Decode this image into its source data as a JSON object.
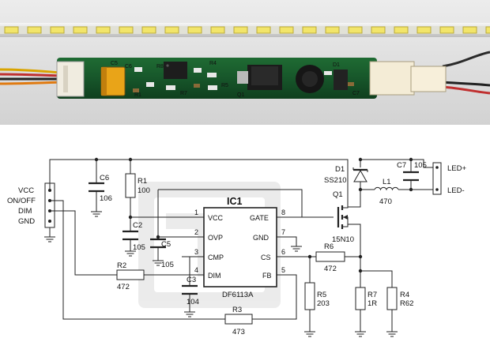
{
  "photo": {
    "silkscreen": [
      "C6",
      "R1",
      "R4",
      "R5",
      "D1",
      "C7",
      "R7",
      "R8",
      "C5",
      "Q1"
    ]
  },
  "schematic": {
    "ic_title": "IC1",
    "ic_part": "DF6113A",
    "ic_pins_left": [
      {
        "num": "1",
        "name": "VCC"
      },
      {
        "num": "2",
        "name": "OVP"
      },
      {
        "num": "3",
        "name": "CMP"
      },
      {
        "num": "4",
        "name": "DIM"
      }
    ],
    "ic_pins_right": [
      {
        "num": "8",
        "name": "GATE"
      },
      {
        "num": "7",
        "name": "GND"
      },
      {
        "num": "6",
        "name": "CS"
      },
      {
        "num": "5",
        "name": "FB"
      }
    ],
    "connector_labels": [
      "VCC",
      "ON/OFF",
      "DIM",
      "GND"
    ],
    "components": {
      "c6": {
        "ref": "C6",
        "value": "106"
      },
      "r1": {
        "ref": "R1",
        "value": "100"
      },
      "c2": {
        "ref": "C2",
        "value": "105"
      },
      "c5": {
        "ref": "C5",
        "value": "105"
      },
      "c3": {
        "ref": "C3",
        "value": "104"
      },
      "r2": {
        "ref": "R2",
        "value": "472"
      },
      "r3": {
        "ref": "R3",
        "value": "473"
      },
      "r5": {
        "ref": "R5",
        "value": "203"
      },
      "r6": {
        "ref": "R6",
        "value": "472"
      },
      "r7": {
        "ref": "R7",
        "value": "1R"
      },
      "r4": {
        "ref": "R4",
        "value": "R62"
      },
      "d1": {
        "ref": "D1",
        "value": "SS210"
      },
      "l1": {
        "ref": "L1",
        "value": "470"
      },
      "c7": {
        "ref": "C7",
        "value": "105"
      },
      "q1": {
        "ref": "Q1",
        "value": "15N10"
      }
    },
    "led_plus": "LED+",
    "led_minus": "LED-"
  }
}
